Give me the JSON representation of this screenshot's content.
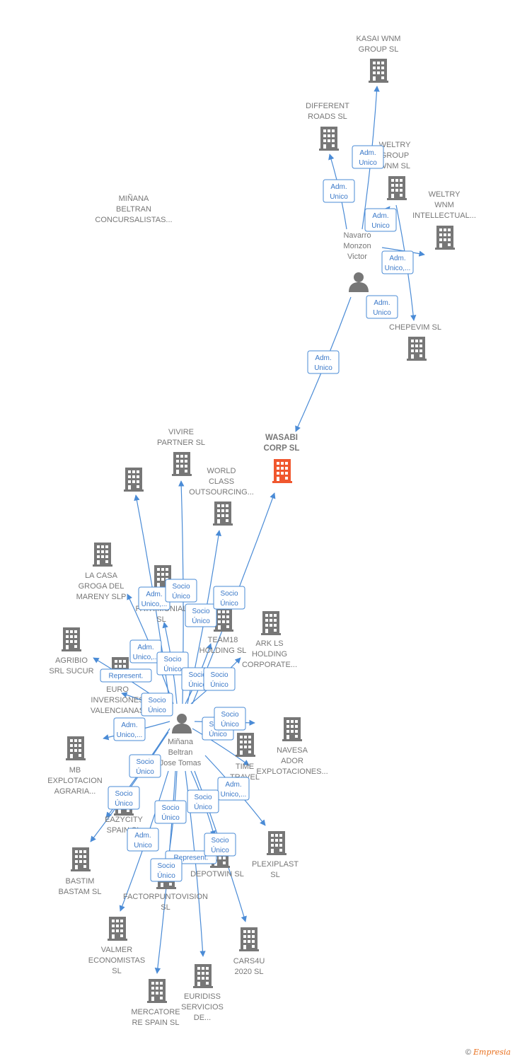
{
  "colors": {
    "edge": "#4a8bd6",
    "building": "#777777",
    "building_main": "#f0572e",
    "person": "#777777"
  },
  "footer": {
    "copyright": "©",
    "brand": "Empresia"
  },
  "people": [
    {
      "id": "navarro",
      "label": [
        "Navarro",
        "Monzon",
        "Victor"
      ]
    },
    {
      "id": "minana",
      "label": [
        "Miñana",
        "Beltran",
        "Jose Tomas"
      ]
    }
  ],
  "companies": [
    {
      "id": "kasai",
      "label": [
        "KASAI WNM",
        "GROUP  SL"
      ]
    },
    {
      "id": "different",
      "label": [
        "DIFFERENT",
        "ROADS SL"
      ]
    },
    {
      "id": "weltry_group",
      "label": [
        "WELTRY",
        "GROUP",
        "WNM  SL"
      ]
    },
    {
      "id": "weltry_ip",
      "label": [
        "WELTRY",
        "WNM",
        "INTELLECTUAL..."
      ]
    },
    {
      "id": "chepevim",
      "label": [
        "CHEPEVIM  SL"
      ]
    },
    {
      "id": "wasabi",
      "label": [
        "WASABI",
        "CORP  SL"
      ],
      "main": true
    },
    {
      "id": "minana_conc",
      "label": [
        "MIÑANA",
        "BELTRAN",
        "CONCURSALISTAS..."
      ]
    },
    {
      "id": "vivire",
      "label": [
        "VIVIRE",
        "PARTNER  SL"
      ]
    },
    {
      "id": "worldclass",
      "label": [
        "WORLD",
        "CLASS",
        "OUTSOURCING..."
      ]
    },
    {
      "id": "lacasa",
      "label": [
        "LA CASA",
        "GROGA DEL",
        "MARENY  SLP"
      ]
    },
    {
      "id": "mpatrimonial",
      "label": [
        "M...",
        "PATRIMONIAL",
        "SL"
      ]
    },
    {
      "id": "team18",
      "label": [
        "TEAM18",
        "HOLDING  SL"
      ]
    },
    {
      "id": "arkls",
      "label": [
        "ARK LS",
        "HOLDING",
        "CORPORATE..."
      ]
    },
    {
      "id": "agribio",
      "label": [
        "AGRIBIO",
        "SRL SUCUR"
      ]
    },
    {
      "id": "euro",
      "label": [
        "EURO",
        "INVERSIONES",
        "VALENCIANAS"
      ]
    },
    {
      "id": "mbexpl",
      "label": [
        "MB",
        "EXPLOTACION",
        "AGRARIA..."
      ]
    },
    {
      "id": "navesa",
      "label": [
        "NAVESA",
        "ADOR",
        "EXPLOTACIONES..."
      ]
    },
    {
      "id": "timetravel",
      "label": [
        "TIME",
        "TRAVEL",
        "SL"
      ]
    },
    {
      "id": "eazycity",
      "label": [
        "EAZYCITY",
        "SPAIN SL"
      ]
    },
    {
      "id": "bastim",
      "label": [
        "BASTIM",
        "BASTAM  SL"
      ]
    },
    {
      "id": "plexiplast",
      "label": [
        "PLEXIPLAST",
        "SL"
      ]
    },
    {
      "id": "depotwin",
      "label": [
        "DEPOTWIN  SL"
      ]
    },
    {
      "id": "factorpunto",
      "label": [
        "FACTORPUNTOVISION",
        "SL"
      ]
    },
    {
      "id": "valmer",
      "label": [
        "VALMER",
        "ECONOMISTAS",
        "SL"
      ]
    },
    {
      "id": "cars4u",
      "label": [
        "CARS4U",
        "2020  SL"
      ]
    },
    {
      "id": "euridiss",
      "label": [
        "EURIDISS",
        "SERVICIOS",
        "DE..."
      ]
    },
    {
      "id": "mercatore",
      "label": [
        "MERCATORE",
        "RE SPAIN  SL"
      ]
    }
  ],
  "badges": [
    [
      "Adm.",
      "Unico"
    ],
    [
      "Adm.",
      "Unico"
    ],
    [
      "Adm.",
      "Unico"
    ],
    [
      "Adm.",
      "Unico,..."
    ],
    [
      "Adm.",
      "Unico"
    ],
    [
      "Adm.",
      "Unico"
    ],
    [
      "Adm.",
      "Unico,..."
    ],
    [
      "Socio",
      "Único"
    ],
    [
      "Socio",
      "Único"
    ],
    [
      "Socio",
      "Único"
    ],
    [
      "Adm.",
      "Unico,..."
    ],
    [
      "Socio",
      "Único"
    ],
    [
      "Socio",
      "Único"
    ],
    [
      "Socio",
      "Único"
    ],
    [
      "Represent."
    ],
    [
      "Socio",
      "Único"
    ],
    [
      "Adm.",
      "Unico,..."
    ],
    [
      "Socio",
      "Único"
    ],
    [
      "Socio",
      "Único"
    ],
    [
      "Adm.",
      "Unico,..."
    ],
    [
      "Socio",
      "Único"
    ],
    [
      "Socio",
      "Único"
    ],
    [
      "Socio",
      "Único"
    ],
    [
      "Socio",
      "Único"
    ],
    [
      "Adm.",
      "Unico"
    ],
    [
      "Represent."
    ],
    [
      "Socio",
      "Único"
    ],
    [
      "Socio",
      "Único"
    ]
  ]
}
